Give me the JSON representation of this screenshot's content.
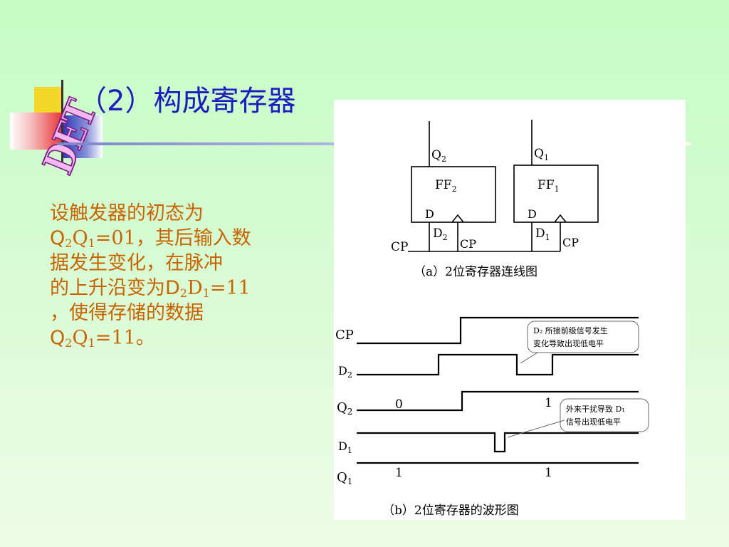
{
  "logo": {
    "text": "DET",
    "colors": {
      "yellow": "#f5d72a",
      "red": "#e83a3a",
      "blue": "#2a3ab8",
      "pink": "#f3b8f0"
    }
  },
  "title": "（2）构成寄存器",
  "body": {
    "line1": "设触发器的初态为",
    "line2": {
      "q2": "Q",
      "q2sub": "2",
      "q1": "Q",
      "q1sub": "1",
      "tail": "=01，其后输入数"
    },
    "line3": "据发生变化，在脉冲",
    "line4": {
      "head": "的上升沿变为",
      "d2": "D",
      "d2sub": "2",
      "d1": "D",
      "d1sub": "1",
      "tail": "=11"
    },
    "line5": "，使得存储的数据",
    "line6": {
      "q2": "Q",
      "q2sub": "2",
      "q1": "Q",
      "q1sub": "1",
      "tail": "=11。"
    }
  },
  "circuit": {
    "ff2": {
      "name": "FF",
      "sub": "2",
      "q": "Q",
      "qsub": "2",
      "d": "D",
      "dsub": "2",
      "d_inner": "D",
      "cp": "CP"
    },
    "ff1": {
      "name": "FF",
      "sub": "1",
      "q": "Q",
      "qsub": "1",
      "d": "D",
      "dsub": "1",
      "d_inner": "D",
      "cp": "CP"
    },
    "cp_in": "CP",
    "caption": "（a）2位寄存器连线图"
  },
  "waveform": {
    "labels": {
      "cp": "CP",
      "d2": "D",
      "d2sub": "2",
      "q2": "Q",
      "q2sub": "2",
      "d1": "D",
      "d1sub": "1",
      "q1": "Q",
      "q1sub": "1"
    },
    "q2_values": [
      "0",
      "1"
    ],
    "q1_values": [
      "1",
      "1"
    ],
    "callout1": {
      "line1": "D₂ 所接前级信号发生",
      "line2": "变化导致出现低电平"
    },
    "callout2": {
      "line1": "外来干扰导致 D₁",
      "line2": "信号出现低电平"
    },
    "caption": "（b）2位寄存器的波形图"
  }
}
